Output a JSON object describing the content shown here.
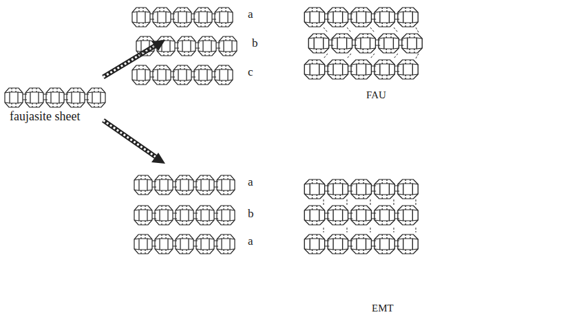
{
  "diagram": {
    "labels": [
      "faujasite sheet",
      "a",
      "b",
      "c",
      "FAU",
      "a",
      "b",
      "a",
      "EMT"
    ]
  }
}
